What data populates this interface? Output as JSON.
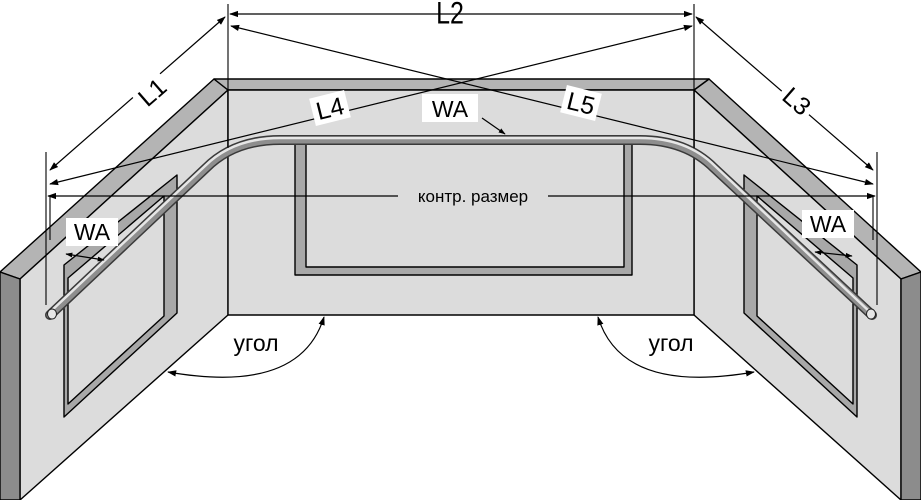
{
  "colors": {
    "wall_face": "#dcdcdc",
    "wall_top": "#b4b4b4",
    "wall_edge": "#8c8c8c",
    "window_inset": "#a8a8a8",
    "pipe_dark": "#3a3a3a",
    "pipe_mid": "#8e8e8e",
    "pipe_light": "#e6e6e6",
    "line": "#000000"
  },
  "labels": {
    "l1": "L1",
    "l2": "L2",
    "l3": "L3",
    "l4": "L4",
    "l5": "L5",
    "wa_top": "WA",
    "wa_left": "WA",
    "wa_right": "WA",
    "control_size": "контр. размер",
    "angle_left": "угол",
    "angle_right": "угол"
  }
}
